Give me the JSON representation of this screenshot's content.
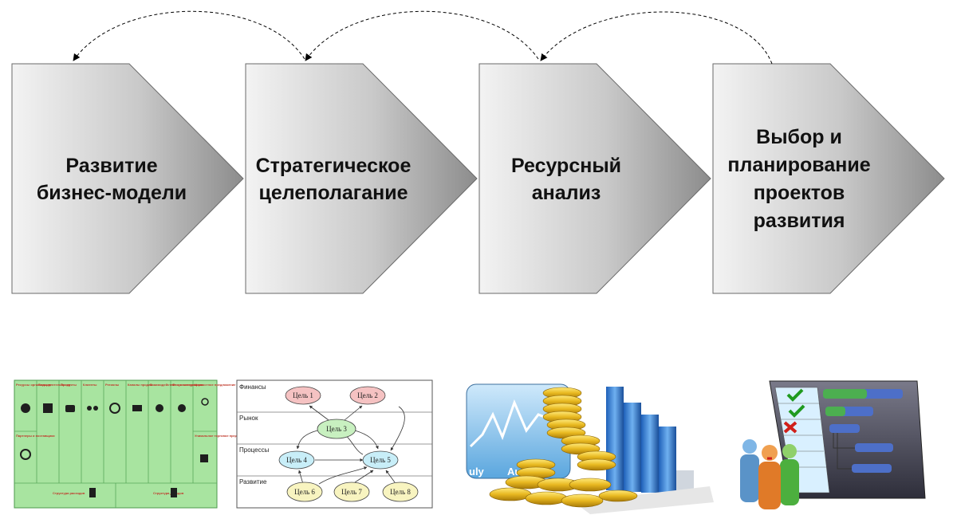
{
  "steps": [
    {
      "lines": [
        "Развитие",
        "бизнес-модели"
      ]
    },
    {
      "lines": [
        "Стратегическое",
        "целеполагание"
      ]
    },
    {
      "lines": [
        "Ресурсный",
        "анализ"
      ]
    },
    {
      "lines": [
        "Выбор и",
        "планирование",
        "проектов",
        "развития"
      ]
    }
  ],
  "bmc": {
    "columns": [
      "Ресурсы организации",
      "Виды деятельности",
      "Продукты",
      "Клиенты",
      "Регионы",
      "Каналы продаж",
      "Взаимодействие с клиентами",
      "Фокус конкуренции",
      "Ценностное предложение"
    ],
    "left_lower": "Партнеры и поставщики",
    "right_lower": "Уникальное торговое предложение",
    "bottom": [
      "Структура расходов",
      "Структура доходов"
    ]
  },
  "goal_map": {
    "rows": [
      "Финансы",
      "Рынок",
      "Процессы",
      "Развитие"
    ],
    "goals": [
      "Цель 1",
      "Цель 2",
      "Цель 3",
      "Цель 4",
      "Цель 5",
      "Цель 6",
      "Цель 7",
      "Цель 8"
    ]
  },
  "resource_image": {
    "labels": [
      "uly",
      "Au"
    ]
  },
  "colors": {
    "arrow_dark": "#9a9a9a",
    "arrow_light": "#f2f2f2",
    "bmc_green": "#a8e4a0",
    "goal_red": "#f5c2c2",
    "goal_green": "#c8f0c0",
    "goal_blue": "#c8eef8",
    "goal_yellow": "#f8f4c0"
  }
}
